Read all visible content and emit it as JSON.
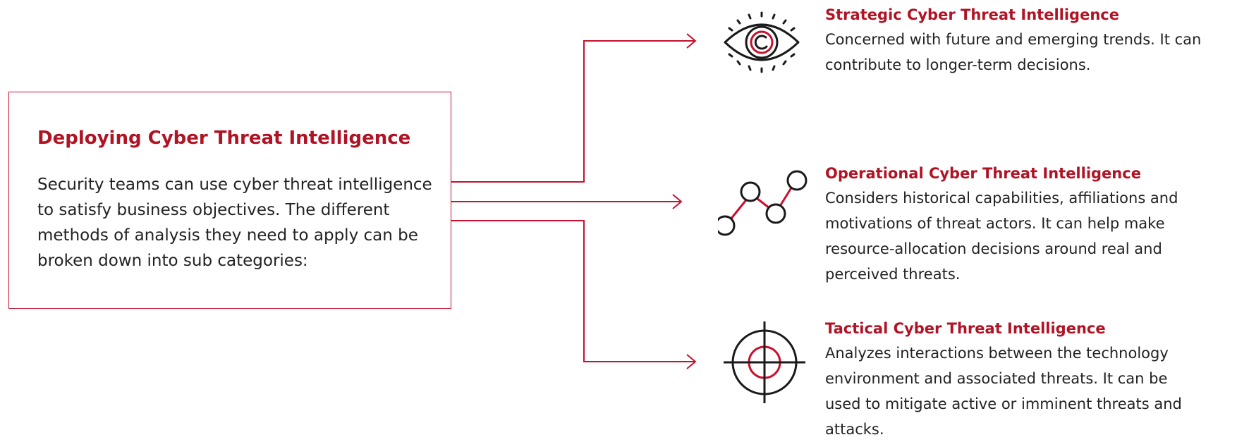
{
  "intro": {
    "title": "Deploying Cyber Threat Intelligence",
    "text": "Security teams can use cyber threat intelligence to satisfy business objectives. The different methods of analysis they need to apply can be broken down into sub categories:"
  },
  "categories": [
    {
      "icon": "eye-icon",
      "title": "Strategic Cyber Threat Intelligence",
      "text": "Concerned with future and emerging trends. It can contribute to longer-term decisions."
    },
    {
      "icon": "connected-nodes-icon",
      "title": "Operational Cyber Threat Intelligence",
      "text": "Considers historical capabilities, affiliations and motivations of threat actors. It can help make resource-allocation decisions around real and perceived threats."
    },
    {
      "icon": "crosshair-target-icon",
      "title": "Tactical Cyber Threat Intelligence",
      "text": "Analyzes interactions between the technology environment and associated threats. It can be used to mitigate active or imminent threats and attacks."
    }
  ],
  "colors": {
    "accent": "#c8102e",
    "heading": "#b01324",
    "text": "#222222",
    "icon_stroke": "#1a1a1a"
  }
}
